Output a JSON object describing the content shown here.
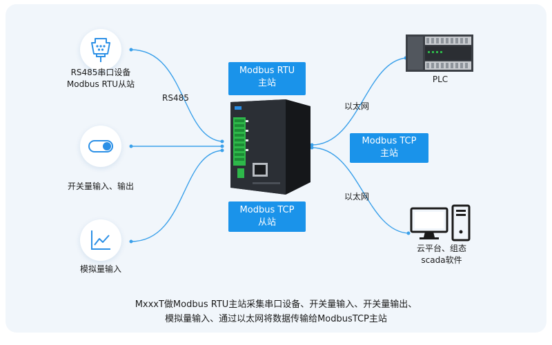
{
  "nodes": {
    "rs485_device": {
      "line1": "RS485串口设备",
      "line2": "Modbus RTU从站"
    },
    "switch_io": {
      "label": "开关量输入、输出"
    },
    "analog_in": {
      "label": "模拟量输入"
    },
    "plc": {
      "label": "PLC"
    },
    "cloud": {
      "line1": "云平台、组态",
      "line2": "scada软件"
    }
  },
  "boxes": {
    "rtu_master": {
      "line1": "Modbus RTU",
      "line2": "主站"
    },
    "tcp_master": {
      "line1": "Modbus TCP",
      "line2": "主站"
    },
    "tcp_slave": {
      "line1": "Modbus TCP",
      "line2": "从站"
    }
  },
  "connections": {
    "rs485": "RS485",
    "ethernet_top": "以太网",
    "ethernet_bottom": "以太网"
  },
  "footer": {
    "line1": "MxxxT做Modbus RTU主站采集串口设备、开关量输入、开关量输出、",
    "line2": "模拟量输入、通过以太网将数据传输给ModbusTCP主站"
  },
  "colors": {
    "accent": "#1a93ea",
    "line": "#3aa0ea",
    "icon": "#2a8fe6",
    "device": "#23262b"
  }
}
